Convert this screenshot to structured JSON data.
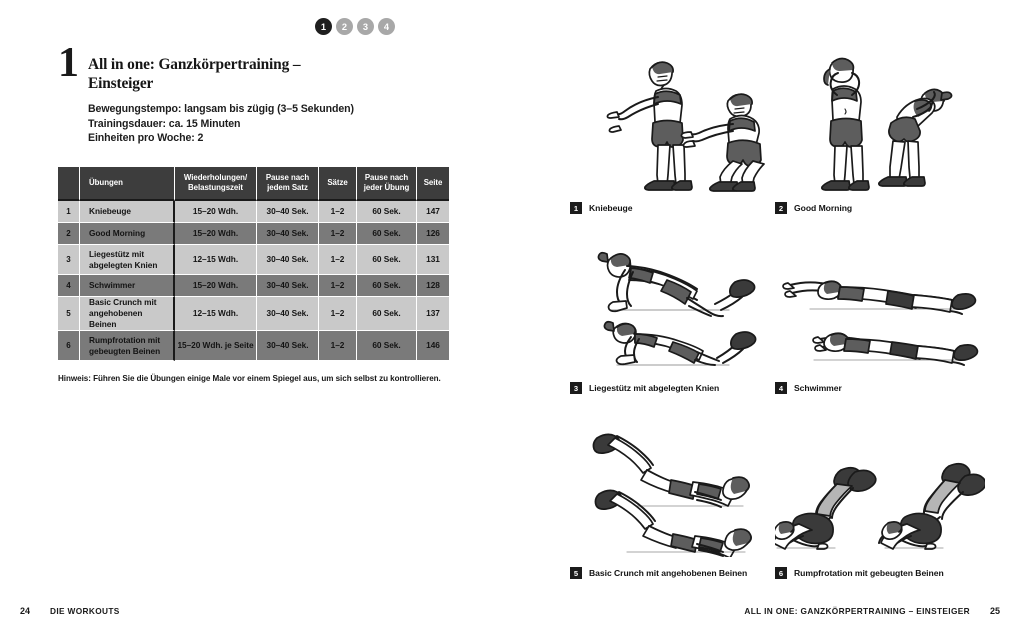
{
  "workout": {
    "number": "1",
    "title": "All in one: Ganzkörpertraining – Einsteiger",
    "meta": [
      "Bewegungstempo: langsam bis zügig (3–5 Sekunden)",
      "Trainingsdauer: ca. 15 Minuten",
      "Einheiten pro Woche: 2"
    ],
    "step_dots": [
      {
        "label": "1",
        "active": true
      },
      {
        "label": "2",
        "active": false
      },
      {
        "label": "3",
        "active": false
      },
      {
        "label": "4",
        "active": false
      }
    ]
  },
  "table": {
    "headers": {
      "index": "",
      "name": "Übungen",
      "reps": "Wiederholungen/ Belastungszeit",
      "rest_set": "Pause nach jedem Satz",
      "sets": "Sätze",
      "rest_exercise": "Pause nach jeder Übung",
      "page": "Seite"
    },
    "header_lines": {
      "reps": [
        "Wiederholungen/",
        "Belastungszeit"
      ],
      "rest_set": [
        "Pause nach",
        "jedem Satz"
      ],
      "rest_exercise": [
        "Pause nach",
        "jeder Übung"
      ]
    },
    "rows": [
      {
        "index": "1",
        "name": "Kniebeuge",
        "name_lines": [
          "Kniebeuge"
        ],
        "reps": "15–20 Wdh.",
        "rest_set": "30–40 Sek.",
        "sets": "1–2",
        "rest_exercise": "60 Sek.",
        "page": "147"
      },
      {
        "index": "2",
        "name": "Good Morning",
        "name_lines": [
          "Good Morning"
        ],
        "reps": "15–20 Wdh.",
        "rest_set": "30–40 Sek.",
        "sets": "1–2",
        "rest_exercise": "60 Sek.",
        "page": "126"
      },
      {
        "index": "3",
        "name": "Liegestütz mit abgelegten Knien",
        "name_lines": [
          "Liegestütz mit",
          "abgelegten Knien"
        ],
        "reps": "12–15 Wdh.",
        "rest_set": "30–40 Sek.",
        "sets": "1–2",
        "rest_exercise": "60 Sek.",
        "page": "131"
      },
      {
        "index": "4",
        "name": "Schwimmer",
        "name_lines": [
          "Schwimmer"
        ],
        "reps": "15–20 Wdh.",
        "rest_set": "30–40 Sek.",
        "sets": "1–2",
        "rest_exercise": "60 Sek.",
        "page": "128"
      },
      {
        "index": "5",
        "name": "Basic Crunch mit angehobenen Beinen",
        "name_lines": [
          "Basic Crunch mit",
          "angehobenen Beinen"
        ],
        "reps": "12–15 Wdh.",
        "rest_set": "30–40 Sek.",
        "sets": "1–2",
        "rest_exercise": "60 Sek.",
        "page": "137"
      },
      {
        "index": "6",
        "name": "Rumpfrotation mit gebeugten Beinen",
        "name_lines": [
          "Rumpfrotation mit",
          "gebeugten Beinen"
        ],
        "reps": "15–20 Wdh. je Seite",
        "rest_set": "30–40 Sek.",
        "sets": "1–2",
        "rest_exercise": "60 Sek.",
        "page": "146"
      }
    ]
  },
  "hint": "Hinweis: Führen Sie die Übungen einige Male vor einem Spiegel aus, um sich selbst zu kontrollieren.",
  "figures": [
    {
      "badge": "1",
      "caption": "Kniebeuge"
    },
    {
      "badge": "2",
      "caption": "Good Morning"
    },
    {
      "badge": "3",
      "caption": "Liegestütz mit abgelegten Knien"
    },
    {
      "badge": "4",
      "caption": "Schwimmer"
    },
    {
      "badge": "5",
      "caption": "Basic Crunch mit angehobenen Beinen"
    },
    {
      "badge": "6",
      "caption": "Rumpfrotation mit gebeugten Beinen"
    }
  ],
  "footer": {
    "left_folio": "24",
    "left_title": "DIE WORKOUTS",
    "right_title": "ALL IN ONE: GANZKÖRPERTRAINING – EINSTEIGER",
    "right_folio": "25"
  },
  "colors": {
    "header_bg": "#3d3d3d",
    "row_light": "#c9c9c9",
    "row_dark": "#7a7a7a",
    "badge_dark": "#1b1b1b",
    "dot_inactive": "#a8a8a8",
    "ink": "#1a1a1a"
  }
}
